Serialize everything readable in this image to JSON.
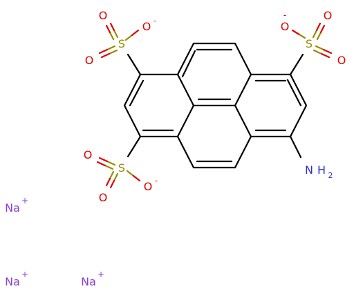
{
  "colors": {
    "bond": "#000000",
    "sulfur": "#9a8a00",
    "oxygen": "#e00000",
    "nitrogen": "#3030d0",
    "sodium": "#8a3fd1"
  },
  "atoms": {
    "sulfur": "S",
    "oxygen": "O",
    "minus": "-",
    "nitrogen": "N",
    "hydrogen": "H",
    "h_count": "2",
    "sodium": "Na",
    "plus": "+"
  }
}
